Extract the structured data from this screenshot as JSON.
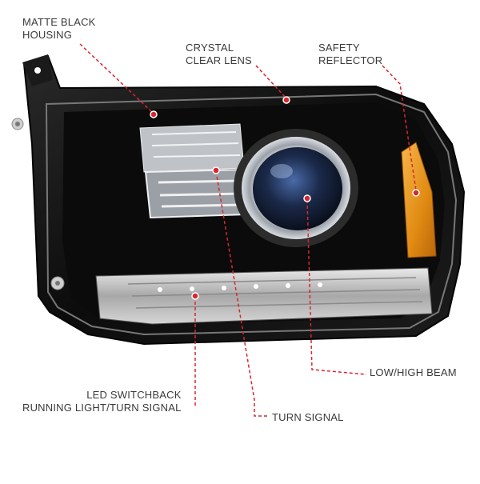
{
  "callouts": {
    "matte_housing": [
      "MATTE BLACK",
      "HOUSING"
    ],
    "crystal_lens": [
      "CRYSTAL",
      "CLEAR LENS"
    ],
    "safety_reflector": [
      "SAFETY",
      "REFLECTOR"
    ],
    "low_high_beam": [
      "LOW/HIGH BEAM"
    ],
    "led_switchback": [
      "LED SWITCHBACK",
      "RUNNING LIGHT/TURN SIGNAL"
    ],
    "turn_signal": [
      "TURN SIGNAL"
    ]
  },
  "colors": {
    "callout_line": "#d8262e",
    "housing": "#111111",
    "amber": "#e08a12",
    "chrome": "#c9ccd1",
    "label_text": "#3a3a3a"
  }
}
